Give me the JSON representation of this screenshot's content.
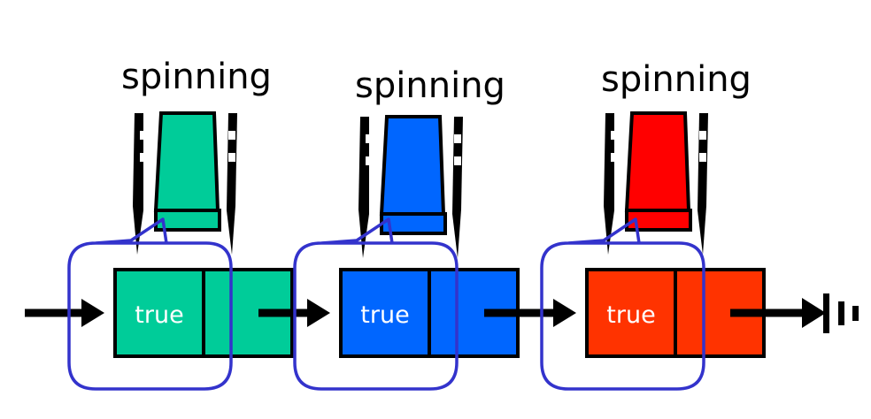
{
  "diagram": {
    "description": "Linked list of nodes, each locked/watched by a spinning thread",
    "threads": [
      {
        "label": "spinning",
        "color": "#00cc99"
      },
      {
        "label": "spinning",
        "color": "#0066ff"
      },
      {
        "label": "spinning",
        "color": "#ff0000"
      }
    ],
    "nodes": [
      {
        "value": "true",
        "color": "#00cc99"
      },
      {
        "value": "true",
        "color": "#0066ff"
      },
      {
        "value": "true",
        "color": "#ff3300"
      }
    ],
    "bubble_color": "#3333cc",
    "terminator": "null-ground-symbol"
  }
}
